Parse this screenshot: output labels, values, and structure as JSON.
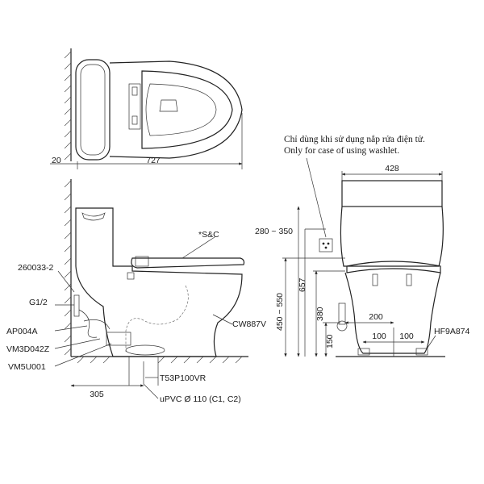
{
  "note": {
    "line_vi": "Chỉ dùng khi sử dụng nắp rửa điện tử.",
    "line_en": "Only for case of using washlet."
  },
  "dimensions": {
    "wall_gap": "20",
    "total_depth": "727",
    "width": "428",
    "supply_height": "280 ~ 350",
    "seat_height": "450 ~ 550",
    "bowl_height": "657",
    "inlet_height": "380",
    "outlet_offset": "200",
    "bolt_left": "100",
    "bolt_right": "100",
    "floor_height": "150",
    "rough_in": "305"
  },
  "parts": {
    "seat": "*S&C",
    "fitting": "260033-2",
    "thread": "G1/2",
    "angle_valve": "AP004A",
    "supply_hose": "VM3D042Z",
    "flange": "VM5U001",
    "body": "CW887V",
    "drain": "T53P100VR",
    "pipe": "uPVC Ø 110 (C1, C2)",
    "bolt_cap": "HF9A874"
  }
}
